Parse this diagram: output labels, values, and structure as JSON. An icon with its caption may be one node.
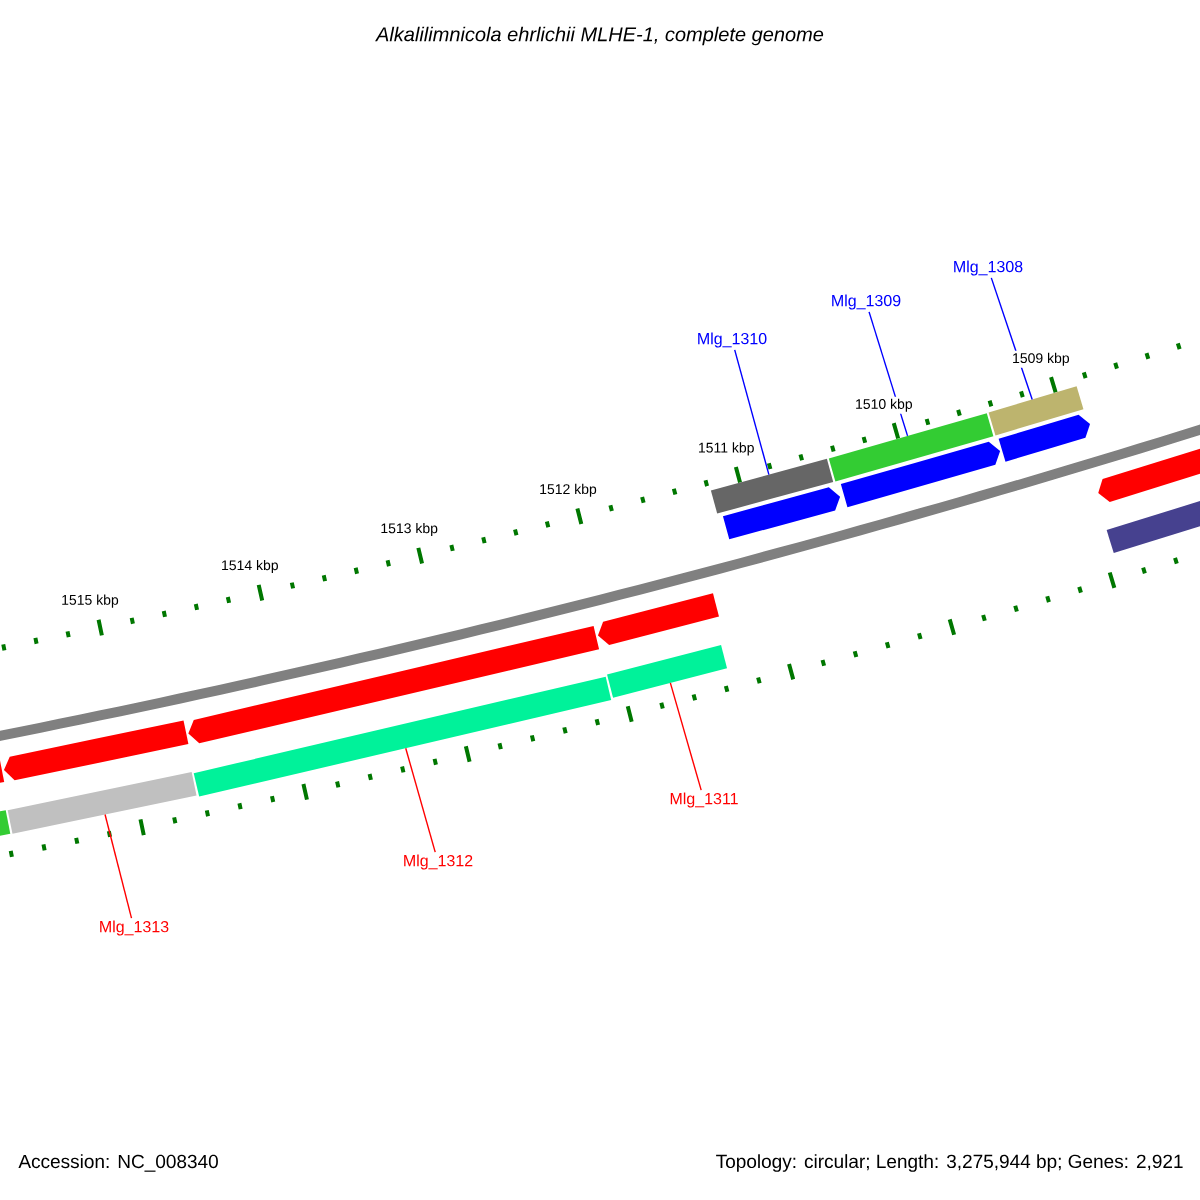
{
  "diagram": {
    "title": "Alkalilimnicola ehrlichii MLHE-1, complete genome",
    "nodes": [
      {
        "text": [
          "Mlg_1308"
        ]
      },
      {
        "text": [
          "Mlg_1309"
        ]
      },
      {
        "text": [
          "Mlg_1310"
        ]
      },
      {
        "text": [],
        "shape": "bar"
      },
      {
        "text": [],
        "shape": "bar"
      },
      {
        "text": [],
        "shape": "bar"
      },
      {
        "text": [
          "Mlg_1311"
        ]
      },
      {
        "text": [
          "Mlg_1312"
        ]
      },
      {
        "text": [
          "Mlg_1313"
        ]
      },
      {
        "text": [],
        "shape": "bar"
      },
      {
        "text": [],
        "shape": "bar"
      },
      {
        "text": [],
        "shape": "bar"
      }
    ],
    "edges": [
      {
        "from": 2,
        "to": 3,
        "arrow": "none",
        "color": "#0000ff"
      },
      {
        "from": 1,
        "to": 4,
        "arrow": "none",
        "color": "#0000ff"
      },
      {
        "from": 0,
        "to": 5,
        "arrow": "none",
        "color": "#0000ff"
      },
      {
        "from": 6,
        "to": 11,
        "arrow": "none",
        "color": "#ff0000"
      },
      {
        "from": 7,
        "to": 10,
        "arrow": "none",
        "color": "#ff0000"
      },
      {
        "from": 8,
        "to": 9,
        "arrow": "none",
        "color": "#ff0000"
      }
    ],
    "labels": [
      "1509 kbp",
      "1510 kbp",
      "1511 kbp",
      "1512 kbp",
      "1513 kbp",
      "1514 kbp",
      "1515 kbp",
      "Accession: NC_008340",
      "Topology: circular; Length: 3,275,944 bp; Genes: 2,921"
    ]
  }
}
